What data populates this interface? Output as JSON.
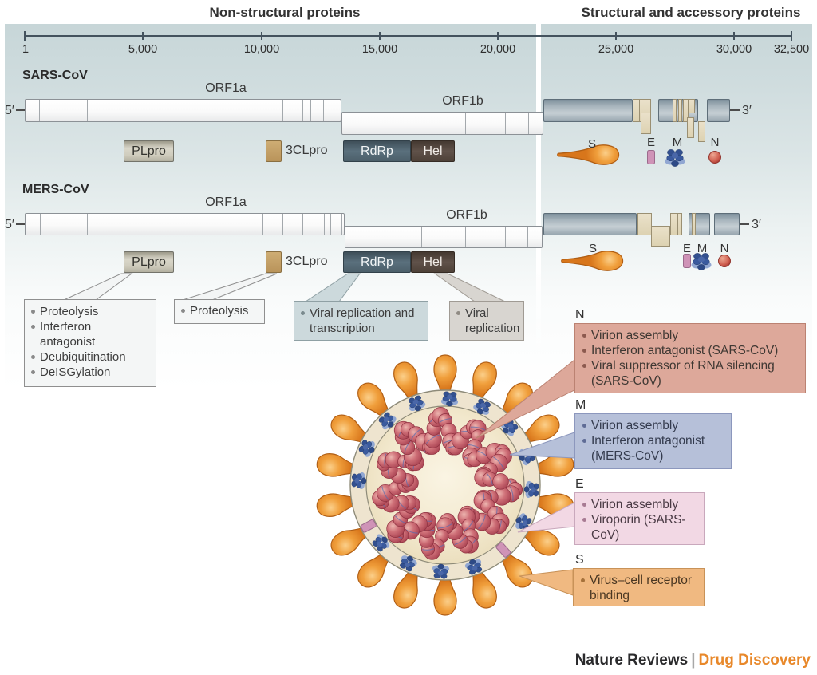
{
  "header": {
    "left": "Non-structural proteins",
    "right": "Structural and accessory proteins"
  },
  "ruler": {
    "ticks": [
      "1",
      "5,000",
      "10,000",
      "15,000",
      "20,000",
      "25,000",
      "30,000",
      "32,500"
    ]
  },
  "genomes": [
    {
      "name": "SARS-CoV",
      "orf1a": "ORF1a",
      "orf1b": "ORF1b",
      "five_prime": "5′",
      "three_prime": "3′",
      "plpro": "PLpro",
      "clpro": "3CLpro",
      "rdrp": "RdRp",
      "hel": "Hel",
      "s": "S",
      "e": "E",
      "m": "M",
      "n": "N"
    },
    {
      "name": "MERS-CoV",
      "orf1a": "ORF1a",
      "orf1b": "ORF1b",
      "five_prime": "5′",
      "three_prime": "3′",
      "plpro": "PLpro",
      "clpro": "3CLpro",
      "rdrp": "RdRp",
      "hel": "Hel",
      "s": "S",
      "e": "E",
      "m": "M",
      "n": "N"
    }
  ],
  "function_boxes": [
    {
      "enzyme": "PLpro",
      "items": [
        "Proteolysis",
        "Interferon antagonist",
        "Deubiquitination",
        "DeISGylation"
      ]
    },
    {
      "enzyme": "3CLpro",
      "items": [
        "Proteolysis"
      ]
    },
    {
      "enzyme": "RdRp",
      "items": [
        "Viral replication and transcription"
      ]
    },
    {
      "enzyme": "Hel",
      "items": [
        "Viral replication"
      ]
    }
  ],
  "protein_boxes": [
    {
      "label": "N",
      "items": [
        "Virion assembly",
        "Interferon antagonist (SARS-CoV)",
        "Viral suppressor of RNA silencing (SARS-CoV)"
      ]
    },
    {
      "label": "M",
      "items": [
        "Virion assembly",
        "Interferon antagonist (MERS-CoV)"
      ]
    },
    {
      "label": "E",
      "items": [
        "Virion assembly",
        "Viroporin (SARS-CoV)"
      ]
    },
    {
      "label": "S",
      "items": [
        "Virus–cell receptor binding"
      ]
    }
  ],
  "footer": {
    "brand": "Nature Reviews",
    "separator": "|",
    "publication": "Drug Discovery"
  },
  "colors": {
    "panel_top": "#c7d6d8",
    "spike_orange": "#e98a2a",
    "membrane_blue": "#3a5a9e",
    "nucleocapsid_red": "#a63f4f",
    "envelope_pink": "#cf93b7",
    "n_box": "#dda89a",
    "m_box": "#b6c0d9",
    "e_box": "#f2d8e4",
    "s_box": "#f0b981",
    "rdrp_dark": "#4c5f6a",
    "hel_dark": "#4e4138",
    "footer_orange": "#e8882a"
  }
}
